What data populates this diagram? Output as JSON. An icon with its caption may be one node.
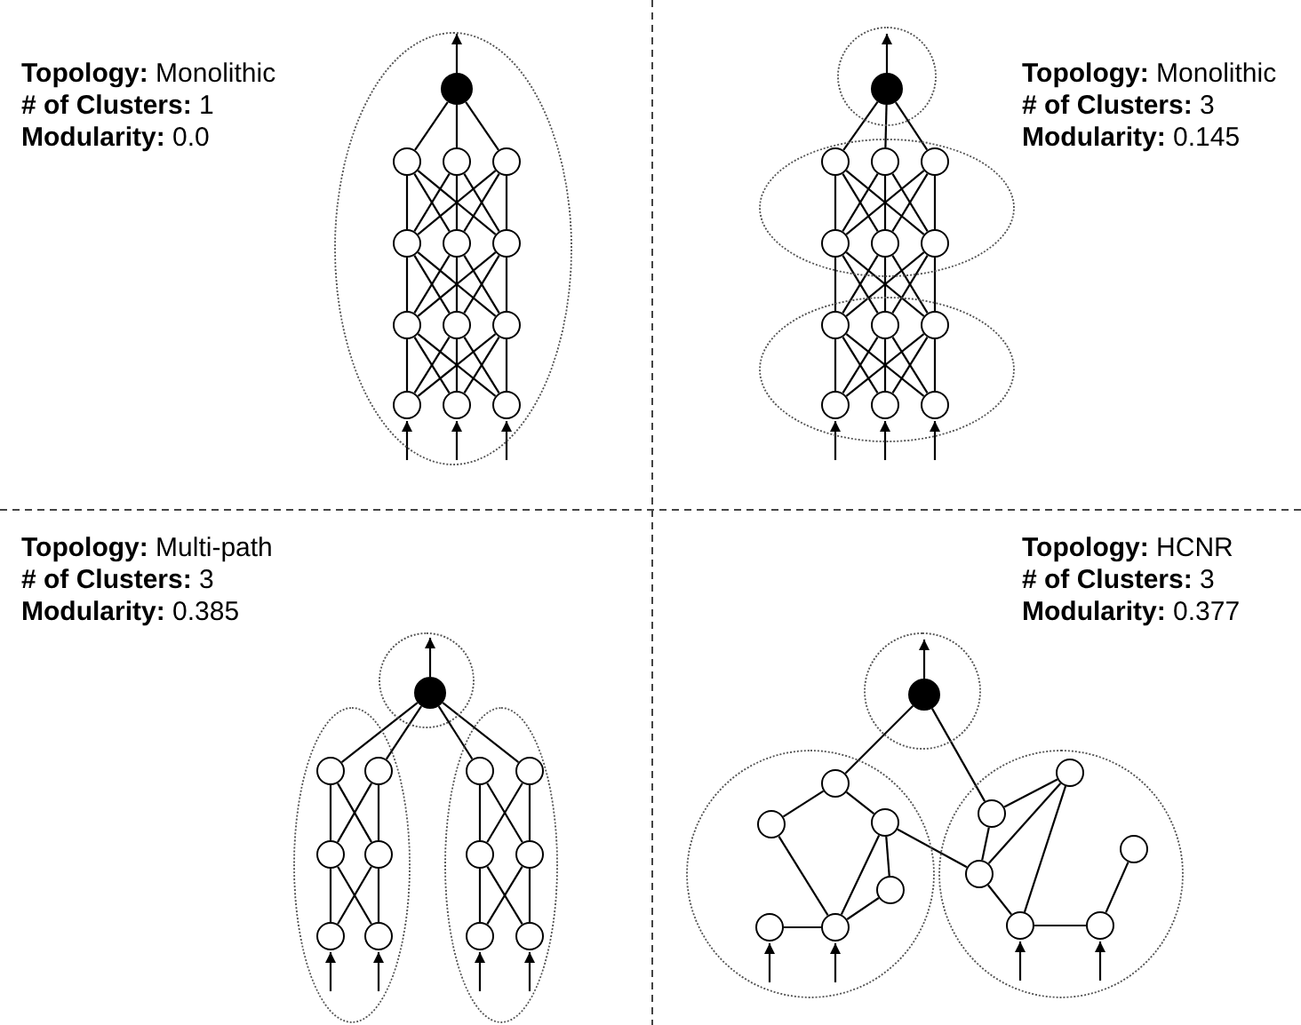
{
  "diagram": {
    "nodes": [
      {
        "text": [],
        "shape": "ellipse"
      },
      {
        "text": [],
        "shape": "dot",
        "in": 0
      },
      {
        "text": [],
        "shape": "circle",
        "in": 0
      },
      {
        "text": [],
        "shape": "circle",
        "in": 0
      },
      {
        "text": [],
        "shape": "circle",
        "in": 0
      },
      {
        "text": [],
        "shape": "circle",
        "in": 0
      },
      {
        "text": [],
        "shape": "circle",
        "in": 0
      },
      {
        "text": [],
        "shape": "circle",
        "in": 0
      },
      {
        "text": [],
        "shape": "circle",
        "in": 0
      },
      {
        "text": [],
        "shape": "circle",
        "in": 0
      },
      {
        "text": [],
        "shape": "circle",
        "in": 0
      },
      {
        "text": [],
        "shape": "circle",
        "in": 0
      },
      {
        "text": [],
        "shape": "circle",
        "in": 0
      },
      {
        "text": [],
        "shape": "circle",
        "in": 0
      },
      {
        "text": [],
        "shape": "ellipse"
      },
      {
        "text": [],
        "shape": "dot",
        "in": 14
      },
      {
        "text": [],
        "shape": "ellipse"
      },
      {
        "text": [],
        "shape": "circle",
        "in": 16
      },
      {
        "text": [],
        "shape": "circle",
        "in": 16
      },
      {
        "text": [],
        "shape": "circle",
        "in": 16
      },
      {
        "text": [],
        "shape": "circle",
        "in": 16
      },
      {
        "text": [],
        "shape": "circle",
        "in": 16
      },
      {
        "text": [],
        "shape": "circle",
        "in": 16
      },
      {
        "text": [],
        "shape": "ellipse"
      },
      {
        "text": [],
        "shape": "circle",
        "in": 23
      },
      {
        "text": [],
        "shape": "circle",
        "in": 23
      },
      {
        "text": [],
        "shape": "circle",
        "in": 23
      },
      {
        "text": [],
        "shape": "circle",
        "in": 23
      },
      {
        "text": [],
        "shape": "circle",
        "in": 23
      },
      {
        "text": [],
        "shape": "circle",
        "in": 23
      },
      {
        "text": [],
        "shape": "ellipse"
      },
      {
        "text": [],
        "shape": "dot",
        "in": 30
      },
      {
        "text": [],
        "shape": "ellipse"
      },
      {
        "text": [],
        "shape": "circle",
        "in": 32
      },
      {
        "text": [],
        "shape": "circle",
        "in": 32
      },
      {
        "text": [],
        "shape": "circle",
        "in": 32
      },
      {
        "text": [],
        "shape": "circle",
        "in": 32
      },
      {
        "text": [],
        "shape": "circle",
        "in": 32
      },
      {
        "text": [],
        "shape": "circle",
        "in": 32
      },
      {
        "text": [],
        "shape": "ellipse"
      },
      {
        "text": [],
        "shape": "circle",
        "in": 39
      },
      {
        "text": [],
        "shape": "circle",
        "in": 39
      },
      {
        "text": [],
        "shape": "circle",
        "in": 39
      },
      {
        "text": [],
        "shape": "circle",
        "in": 39
      },
      {
        "text": [],
        "shape": "circle",
        "in": 39
      },
      {
        "text": [],
        "shape": "circle",
        "in": 39
      },
      {
        "text": [],
        "shape": "ellipse"
      },
      {
        "text": [],
        "shape": "dot",
        "in": 46
      },
      {
        "text": [],
        "shape": "ellipse"
      },
      {
        "text": [],
        "shape": "circle",
        "in": 48
      },
      {
        "text": [],
        "shape": "circle",
        "in": 48
      },
      {
        "text": [],
        "shape": "circle",
        "in": 48
      },
      {
        "text": [],
        "shape": "circle",
        "in": 48
      },
      {
        "text": [],
        "shape": "circle",
        "in": 48
      },
      {
        "text": [],
        "shape": "circle",
        "in": 48
      },
      {
        "text": [],
        "shape": "ellipse"
      },
      {
        "text": [],
        "shape": "circle",
        "in": 55
      },
      {
        "text": [],
        "shape": "circle",
        "in": 55
      },
      {
        "text": [],
        "shape": "circle",
        "in": 55
      },
      {
        "text": [],
        "shape": "circle",
        "in": 55
      },
      {
        "text": [],
        "shape": "circle",
        "in": 55
      },
      {
        "text": [],
        "shape": "circle",
        "in": 55
      }
    ],
    "edges": [
      {
        "from": 1,
        "to": null,
        "arrow": "to"
      },
      {
        "from": 1,
        "to": 2,
        "arrow": "none"
      },
      {
        "from": 1,
        "to": 3,
        "arrow": "none"
      },
      {
        "from": 1,
        "to": 4,
        "arrow": "none"
      },
      {
        "from": 2,
        "to": 5,
        "arrow": "none"
      },
      {
        "from": 2,
        "to": 6,
        "arrow": "none"
      },
      {
        "from": 2,
        "to": 7,
        "arrow": "none"
      },
      {
        "from": 3,
        "to": 5,
        "arrow": "none"
      },
      {
        "from": 3,
        "to": 6,
        "arrow": "none"
      },
      {
        "from": 3,
        "to": 7,
        "arrow": "none"
      },
      {
        "from": 4,
        "to": 5,
        "arrow": "none"
      },
      {
        "from": 4,
        "to": 6,
        "arrow": "none"
      },
      {
        "from": 4,
        "to": 7,
        "arrow": "none"
      },
      {
        "from": 5,
        "to": 8,
        "arrow": "none"
      },
      {
        "from": 5,
        "to": 9,
        "arrow": "none"
      },
      {
        "from": 5,
        "to": 10,
        "arrow": "none"
      },
      {
        "from": 6,
        "to": 8,
        "arrow": "none"
      },
      {
        "from": 6,
        "to": 9,
        "arrow": "none"
      },
      {
        "from": 6,
        "to": 10,
        "arrow": "none"
      },
      {
        "from": 7,
        "to": 8,
        "arrow": "none"
      },
      {
        "from": 7,
        "to": 9,
        "arrow": "none"
      },
      {
        "from": 7,
        "to": 10,
        "arrow": "none"
      },
      {
        "from": 8,
        "to": 11,
        "arrow": "none"
      },
      {
        "from": 8,
        "to": 12,
        "arrow": "none"
      },
      {
        "from": 8,
        "to": 13,
        "arrow": "none"
      },
      {
        "from": 9,
        "to": 11,
        "arrow": "none"
      },
      {
        "from": 9,
        "to": 12,
        "arrow": "none"
      },
      {
        "from": 9,
        "to": 13,
        "arrow": "none"
      },
      {
        "from": 10,
        "to": 11,
        "arrow": "none"
      },
      {
        "from": 10,
        "to": 12,
        "arrow": "none"
      },
      {
        "from": 10,
        "to": 13,
        "arrow": "none"
      },
      {
        "from": null,
        "to": 11,
        "arrow": "to"
      },
      {
        "from": null,
        "to": 12,
        "arrow": "to"
      },
      {
        "from": null,
        "to": 13,
        "arrow": "to"
      },
      {
        "from": 15,
        "to": null,
        "arrow": "to"
      },
      {
        "from": 15,
        "to": 17,
        "arrow": "none"
      },
      {
        "from": 15,
        "to": 18,
        "arrow": "none"
      },
      {
        "from": 15,
        "to": 19,
        "arrow": "none"
      },
      {
        "from": 17,
        "to": 20,
        "arrow": "none"
      },
      {
        "from": 17,
        "to": 21,
        "arrow": "none"
      },
      {
        "from": 17,
        "to": 22,
        "arrow": "none"
      },
      {
        "from": 18,
        "to": 20,
        "arrow": "none"
      },
      {
        "from": 18,
        "to": 21,
        "arrow": "none"
      },
      {
        "from": 18,
        "to": 22,
        "arrow": "none"
      },
      {
        "from": 19,
        "to": 20,
        "arrow": "none"
      },
      {
        "from": 19,
        "to": 21,
        "arrow": "none"
      },
      {
        "from": 19,
        "to": 22,
        "arrow": "none"
      },
      {
        "from": 20,
        "to": 24,
        "arrow": "none"
      },
      {
        "from": 20,
        "to": 25,
        "arrow": "none"
      },
      {
        "from": 20,
        "to": 26,
        "arrow": "none"
      },
      {
        "from": 21,
        "to": 24,
        "arrow": "none"
      },
      {
        "from": 21,
        "to": 25,
        "arrow": "none"
      },
      {
        "from": 21,
        "to": 26,
        "arrow": "none"
      },
      {
        "from": 22,
        "to": 24,
        "arrow": "none"
      },
      {
        "from": 22,
        "to": 25,
        "arrow": "none"
      },
      {
        "from": 22,
        "to": 26,
        "arrow": "none"
      },
      {
        "from": 24,
        "to": 27,
        "arrow": "none"
      },
      {
        "from": 24,
        "to": 28,
        "arrow": "none"
      },
      {
        "from": 24,
        "to": 29,
        "arrow": "none"
      },
      {
        "from": 25,
        "to": 27,
        "arrow": "none"
      },
      {
        "from": 25,
        "to": 28,
        "arrow": "none"
      },
      {
        "from": 25,
        "to": 29,
        "arrow": "none"
      },
      {
        "from": 26,
        "to": 27,
        "arrow": "none"
      },
      {
        "from": 26,
        "to": 28,
        "arrow": "none"
      },
      {
        "from": 26,
        "to": 29,
        "arrow": "none"
      },
      {
        "from": null,
        "to": 27,
        "arrow": "to"
      },
      {
        "from": null,
        "to": 28,
        "arrow": "to"
      },
      {
        "from": null,
        "to": 29,
        "arrow": "to"
      },
      {
        "from": 31,
        "to": null,
        "arrow": "to"
      },
      {
        "from": 31,
        "to": 33,
        "arrow": "none"
      },
      {
        "from": 31,
        "to": 34,
        "arrow": "none"
      },
      {
        "from": 31,
        "to": 40,
        "arrow": "none"
      },
      {
        "from": 31,
        "to": 41,
        "arrow": "none"
      },
      {
        "from": 33,
        "to": 35,
        "arrow": "none"
      },
      {
        "from": 33,
        "to": 36,
        "arrow": "none"
      },
      {
        "from": 34,
        "to": 35,
        "arrow": "none"
      },
      {
        "from": 34,
        "to": 36,
        "arrow": "none"
      },
      {
        "from": 35,
        "to": 37,
        "arrow": "none"
      },
      {
        "from": 35,
        "to": 38,
        "arrow": "none"
      },
      {
        "from": 36,
        "to": 37,
        "arrow": "none"
      },
      {
        "from": 36,
        "to": 38,
        "arrow": "none"
      },
      {
        "from": 40,
        "to": 42,
        "arrow": "none"
      },
      {
        "from": 40,
        "to": 43,
        "arrow": "none"
      },
      {
        "from": 41,
        "to": 42,
        "arrow": "none"
      },
      {
        "from": 41,
        "to": 43,
        "arrow": "none"
      },
      {
        "from": 42,
        "to": 44,
        "arrow": "none"
      },
      {
        "from": 42,
        "to": 45,
        "arrow": "none"
      },
      {
        "from": 43,
        "to": 44,
        "arrow": "none"
      },
      {
        "from": 43,
        "to": 45,
        "arrow": "none"
      },
      {
        "from": null,
        "to": 37,
        "arrow": "to"
      },
      {
        "from": null,
        "to": 38,
        "arrow": "to"
      },
      {
        "from": null,
        "to": 44,
        "arrow": "to"
      },
      {
        "from": null,
        "to": 45,
        "arrow": "to"
      },
      {
        "from": 47,
        "to": null,
        "arrow": "to"
      },
      {
        "from": 47,
        "to": 49,
        "arrow": "none"
      },
      {
        "from": 47,
        "to": 57,
        "arrow": "none"
      },
      {
        "from": 49,
        "to": 50,
        "arrow": "none"
      },
      {
        "from": 49,
        "to": 51,
        "arrow": "none"
      },
      {
        "from": 50,
        "to": 54,
        "arrow": "none"
      },
      {
        "from": 51,
        "to": 54,
        "arrow": "none"
      },
      {
        "from": 51,
        "to": 52,
        "arrow": "none"
      },
      {
        "from": 52,
        "to": 54,
        "arrow": "none"
      },
      {
        "from": 53,
        "to": 54,
        "arrow": "none"
      },
      {
        "from": 51,
        "to": 59,
        "arrow": "none"
      },
      {
        "from": 57,
        "to": 56,
        "arrow": "none"
      },
      {
        "from": 57,
        "to": 59,
        "arrow": "none"
      },
      {
        "from": 59,
        "to": 56,
        "arrow": "none"
      },
      {
        "from": 56,
        "to": 60,
        "arrow": "none"
      },
      {
        "from": 59,
        "to": 60,
        "arrow": "none"
      },
      {
        "from": 60,
        "to": 61,
        "arrow": "none"
      },
      {
        "from": 61,
        "to": 58,
        "arrow": "none"
      },
      {
        "from": null,
        "to": 53,
        "arrow": "to"
      },
      {
        "from": null,
        "to": 54,
        "arrow": "to"
      },
      {
        "from": null,
        "to": 60,
        "arrow": "to"
      },
      {
        "from": null,
        "to": 61,
        "arrow": "to"
      }
    ],
    "labels": [
      "**Topology:** Monolithic",
      "**# of Clusters:** 1",
      "**Modularity:** 0.0",
      "**Topology:** Monolithic",
      "**# of Clusters:** 3",
      "**Modularity:** 0.145",
      "**Topology:** Multi-path",
      "**# of Clusters:** 3",
      "**Modularity:** 0.385",
      "**Topology:** HCNR",
      "**# of Clusters:** 3",
      "**Modularity:** 0.377"
    ]
  }
}
